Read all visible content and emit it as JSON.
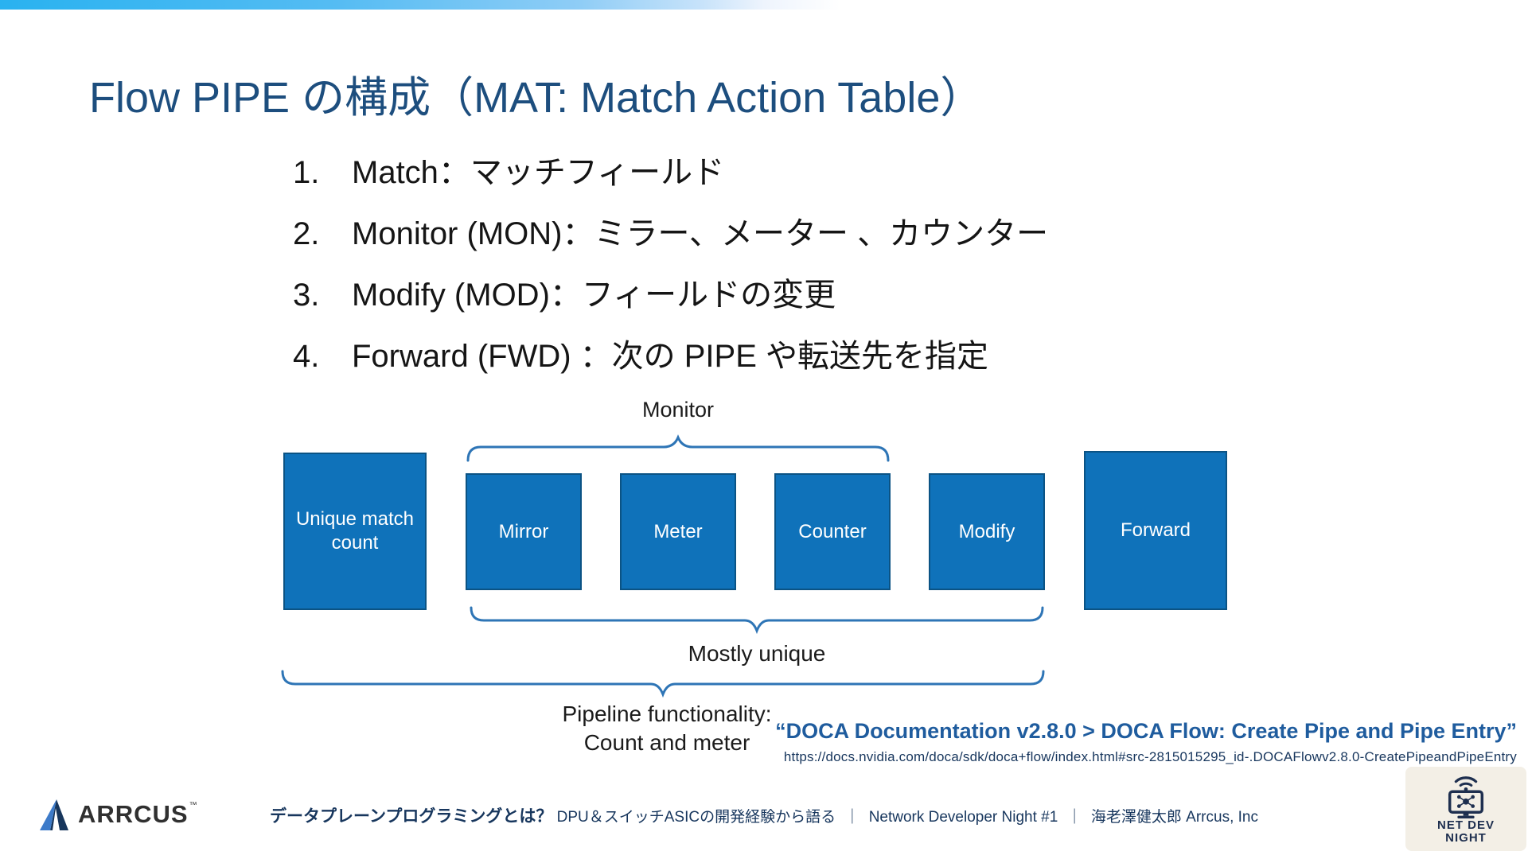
{
  "colors": {
    "topbar_blue": "#29b2f0",
    "title_blue": "#1d4e7e",
    "box_fill": "#0f72ba",
    "box_border": "#0b5384",
    "brace_blue": "#2e75b6",
    "citation_blue": "#1f5c9e",
    "footer_navy": "#17365d",
    "badge_bg": "#f3efe6",
    "badge_navy": "#1e2f4f"
  },
  "slide": {
    "title": "Flow PIPE の構成（MAT: Match Action Table）"
  },
  "list": {
    "items": [
      {
        "num": "1.",
        "text": "Match：マッチフィールド"
      },
      {
        "num": "2.",
        "text": "Monitor (MON)：ミラー、メーター 、カウンター"
      },
      {
        "num": "3.",
        "text": "Modify (MOD)：フィールドの変更"
      },
      {
        "num": "4.",
        "text": "Forward (FWD) ：次の PIPE や転送先を指定"
      }
    ]
  },
  "diagram": {
    "labels": {
      "monitor": "Monitor",
      "mostly_unique": "Mostly unique",
      "pipeline_line1": "Pipeline functionality:",
      "pipeline_line2": "Count and meter"
    },
    "boxes": [
      {
        "label": "Unique match count"
      },
      {
        "label": "Mirror"
      },
      {
        "label": "Meter"
      },
      {
        "label": "Counter"
      },
      {
        "label": "Modify"
      },
      {
        "label": "Forward"
      }
    ]
  },
  "citation": {
    "quote": "“DOCA Documentation v2.8.0 > DOCA Flow: Create Pipe and Pipe Entry”",
    "url": "https://docs.nvidia.com/doca/sdk/doca+flow/index.html#src-2815015295_id-.DOCAFlowv2.8.0-CreatePipeandPipeEntry"
  },
  "footer": {
    "logo_text": "ARRCUS",
    "logo_tm": "™",
    "lecture_bold": "データプレーンプログラミングとは？",
    "lecture_rest": "DPU＆スイッチASICの開発経験から語る",
    "separator": "｜",
    "event": "Network Developer Night #1",
    "author": "海老澤健太郎 Arrcus, Inc"
  },
  "badge": {
    "line1": "NET DEV",
    "line2": "NIGHT"
  }
}
